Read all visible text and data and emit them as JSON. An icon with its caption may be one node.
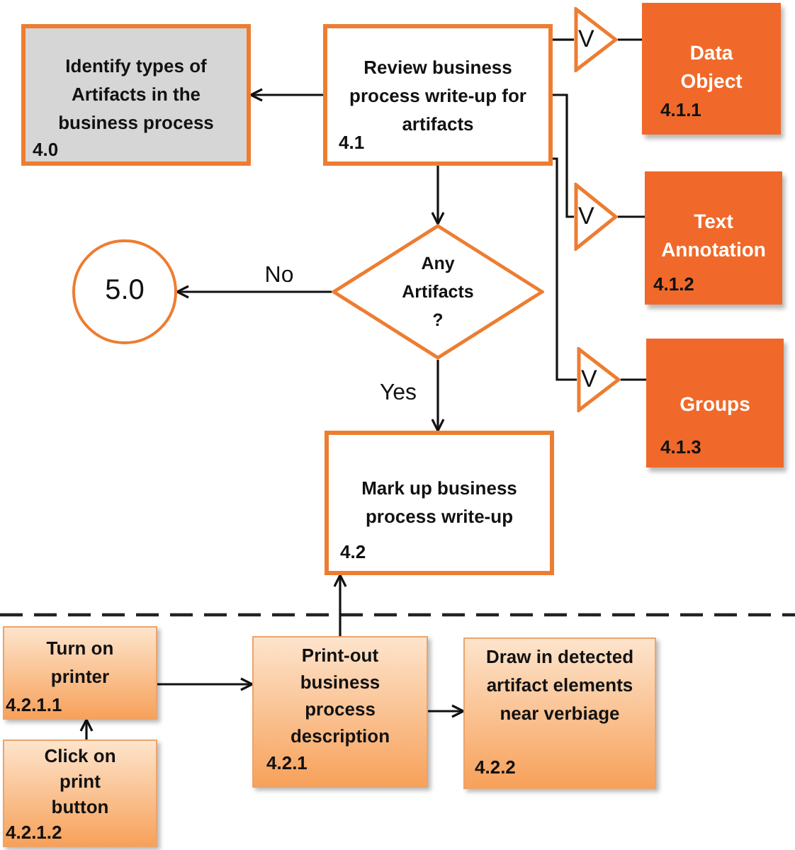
{
  "diagram": {
    "nodes": [
      {
        "text": [
          "Identify types of Artifacts in the business process",
          "4.0"
        ]
      },
      {
        "text": [
          "Review business process write-up for artifacts",
          "4.1"
        ]
      },
      {
        "text": [
          "V"
        ]
      },
      {
        "text": [
          "Data Object",
          "4.1.1"
        ]
      },
      {
        "text": [
          "V"
        ]
      },
      {
        "text": [
          "Text Annotation",
          "4.1.2"
        ]
      },
      {
        "text": [
          "5.0"
        ]
      },
      {
        "text": [
          "Any Artifacts ?"
        ]
      },
      {
        "text": [
          "V"
        ]
      },
      {
        "text": [
          "Groups",
          "4.1.3"
        ]
      },
      {
        "text": [
          "Mark up business process write-up",
          "4.2"
        ]
      },
      {
        "text": [
          "Turn on printer",
          "4.2.1.1"
        ]
      },
      {
        "text": [
          "Print-out business process description",
          "4.2.1"
        ]
      },
      {
        "text": [
          "Draw in detected artifact elements near verbiage",
          "4.2.2"
        ]
      },
      {
        "text": [
          "Click on print button",
          "4.2.1.2"
        ]
      }
    ],
    "edges": [
      {
        "from": 1,
        "to": 0,
        "arrow": "to"
      },
      {
        "from": 1,
        "to": 2,
        "arrow": "none"
      },
      {
        "from": 2,
        "to": 3,
        "arrow": "none"
      },
      {
        "from": 1,
        "to": 4,
        "arrow": "none"
      },
      {
        "from": 4,
        "to": 5,
        "arrow": "none"
      },
      {
        "from": 1,
        "to": 8,
        "arrow": "none"
      },
      {
        "from": 8,
        "to": 9,
        "arrow": "none"
      },
      {
        "from": 1,
        "to": 7,
        "arrow": "to"
      },
      {
        "from": 7,
        "to": 6,
        "arrow": "to",
        "label": "No"
      },
      {
        "from": 7,
        "to": 10,
        "arrow": "to",
        "label": "Yes"
      },
      {
        "from": 14,
        "to": 11,
        "arrow": "to"
      },
      {
        "from": 11,
        "to": 12,
        "arrow": "to"
      },
      {
        "from": 12,
        "to": 10,
        "arrow": "to"
      },
      {
        "from": 12,
        "to": 13,
        "arrow": "to"
      }
    ]
  }
}
